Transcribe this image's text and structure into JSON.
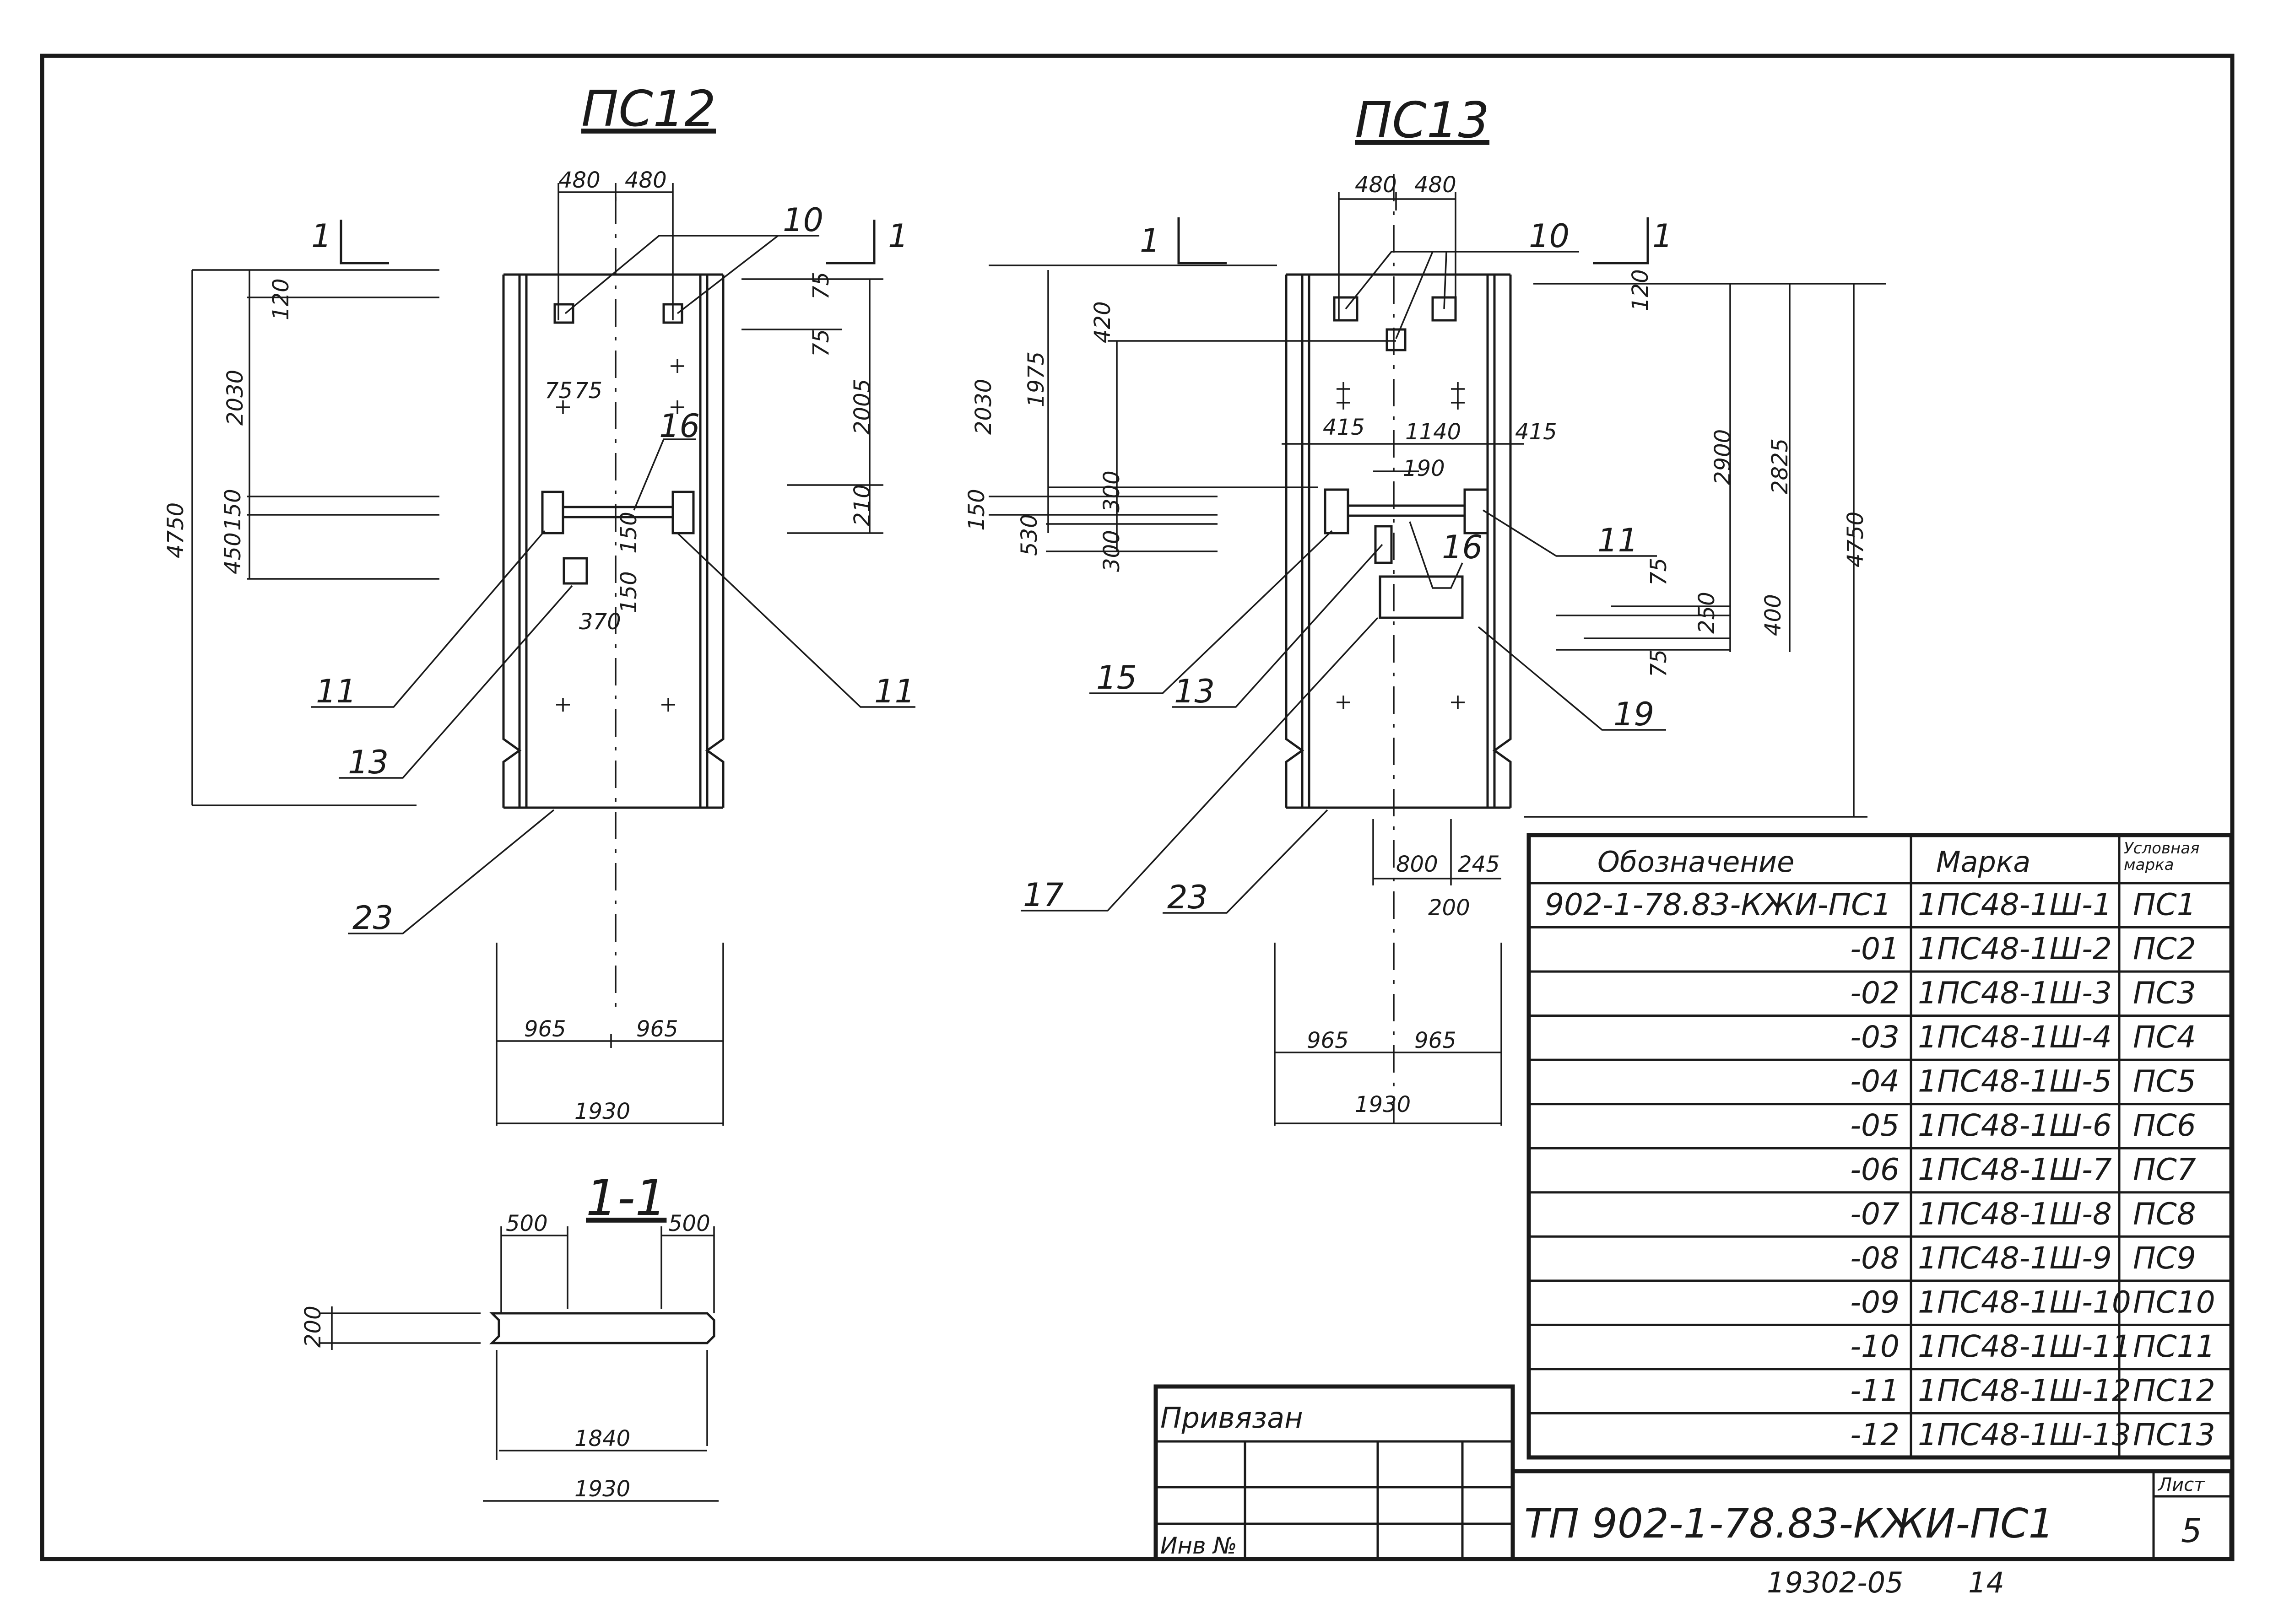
{
  "drawings": [
    {
      "id": "ps12",
      "title": "ПС12",
      "dims_top": [
        "480",
        "480"
      ],
      "dims_left": [
        "120",
        "2030",
        "4750",
        "150",
        "450"
      ],
      "dims_right": [
        "2005",
        "75",
        "75",
        "210"
      ],
      "dims_inner": [
        "75",
        "75",
        "150",
        "150",
        "370"
      ],
      "dims_bottom": [
        "965",
        "965",
        "1930"
      ],
      "callouts": [
        "10",
        "16",
        "11",
        "13",
        "11",
        "23"
      ]
    },
    {
      "id": "ps13",
      "title": "ПС13",
      "dims_top": [
        "480",
        "480"
      ],
      "dims_left": [
        "420",
        "1975",
        "2030",
        "150",
        "530",
        "300",
        "300"
      ],
      "dims_inner": [
        "415",
        "1140",
        "415",
        "190"
      ],
      "dims_right": [
        "120",
        "2900",
        "2825",
        "4750",
        "75",
        "250",
        "400",
        "75"
      ],
      "dims_bottom": [
        "800",
        "245",
        "200",
        "965",
        "965",
        "1930"
      ],
      "callouts": [
        "10",
        "11",
        "16",
        "15",
        "13",
        "19",
        "17",
        "23"
      ]
    }
  ],
  "section_marks": [
    "1",
    "1",
    "1",
    "1"
  ],
  "section": {
    "title": "1-1",
    "dims": [
      "500",
      "500",
      "200",
      "1840",
      "1930"
    ]
  },
  "marks_table": {
    "headers": [
      "Обозначение",
      "Марка",
      "Условная марка"
    ],
    "rows": [
      {
        "designation": "902-1-78.83-КЖИ-ПС1",
        "mark": "1ПС48-1Ш-1",
        "code": "ПС1"
      },
      {
        "designation": "-01",
        "mark": "1ПС48-1Ш-2",
        "code": "ПС2"
      },
      {
        "designation": "-02",
        "mark": "1ПС48-1Ш-3",
        "code": "ПС3"
      },
      {
        "designation": "-03",
        "mark": "1ПС48-1Ш-4",
        "code": "ПС4"
      },
      {
        "designation": "-04",
        "mark": "1ПС48-1Ш-5",
        "code": "ПС5"
      },
      {
        "designation": "-05",
        "mark": "1ПС48-1Ш-6",
        "code": "ПС6"
      },
      {
        "designation": "-06",
        "mark": "1ПС48-1Ш-7",
        "code": "ПС7"
      },
      {
        "designation": "-07",
        "mark": "1ПС48-1Ш-8",
        "code": "ПС8"
      },
      {
        "designation": "-08",
        "mark": "1ПС48-1Ш-9",
        "code": "ПС9"
      },
      {
        "designation": "-09",
        "mark": "1ПС48-1Ш-10",
        "code": "ПС10"
      },
      {
        "designation": "-10",
        "mark": "1ПС48-1Ш-11",
        "code": "ПС11"
      },
      {
        "designation": "-11",
        "mark": "1ПС48-1Ш-12",
        "code": "ПС12"
      },
      {
        "designation": "-12",
        "mark": "1ПС48-1Ш-13",
        "code": "ПС13"
      }
    ]
  },
  "title_block": {
    "bound_label": "Привязан",
    "inv_label": "Инв №",
    "doc_code": "ТП 902-1-78.83-КЖИ-ПС1",
    "sheet_label": "Лист",
    "sheet_no": "5",
    "footer_code": "19302-05",
    "footer_no": "14"
  }
}
